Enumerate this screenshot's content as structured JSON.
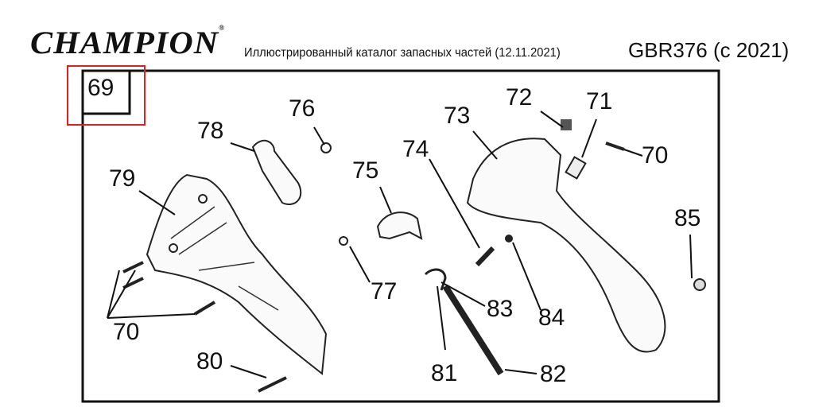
{
  "header": {
    "brand": "CHAMPION",
    "registered_mark": "®",
    "catalog_title": "Иллюстрированный каталог запасных частей (12.11.2021)",
    "model": "GBR376 (с 2021)"
  },
  "diagram": {
    "group_number": "69",
    "highlight_color": "#e02020",
    "part_labels": {
      "p70_left": "70",
      "p70_right": "70",
      "p71": "71",
      "p72": "72",
      "p73": "73",
      "p74": "74",
      "p75": "75",
      "p76": "76",
      "p77": "77",
      "p78": "78",
      "p79": "79",
      "p80": "80",
      "p81": "81",
      "p82": "82",
      "p83": "83",
      "p84": "84",
      "p85": "85"
    }
  }
}
